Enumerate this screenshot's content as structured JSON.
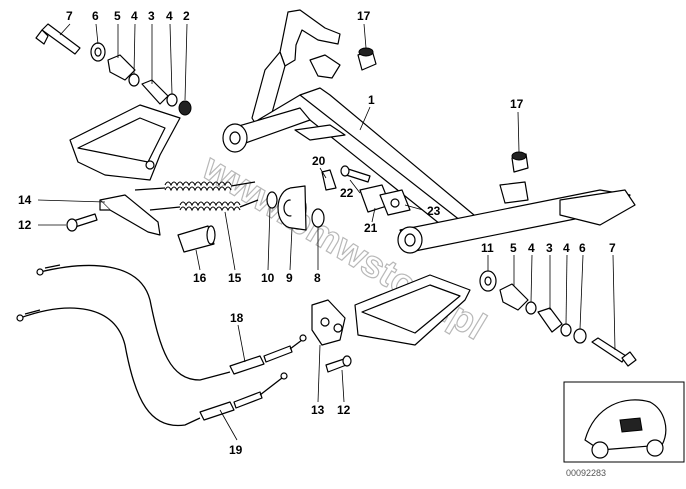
{
  "watermark": "www.bmwstore.pl",
  "diagram_number": "00092283",
  "callouts": [
    {
      "id": "7-top",
      "label": "7"
    },
    {
      "id": "6-top",
      "label": "6"
    },
    {
      "id": "5-top",
      "label": "5"
    },
    {
      "id": "4a-top",
      "label": "4"
    },
    {
      "id": "3-top",
      "label": "3"
    },
    {
      "id": "4b-top",
      "label": "4"
    },
    {
      "id": "2",
      "label": "2"
    },
    {
      "id": "17-top",
      "label": "17"
    },
    {
      "id": "1",
      "label": "1"
    },
    {
      "id": "17-right",
      "label": "17"
    },
    {
      "id": "14",
      "label": "14"
    },
    {
      "id": "12-left",
      "label": "12"
    },
    {
      "id": "20",
      "label": "20"
    },
    {
      "id": "22",
      "label": "22"
    },
    {
      "id": "21",
      "label": "21"
    },
    {
      "id": "23",
      "label": "23"
    },
    {
      "id": "16",
      "label": "16"
    },
    {
      "id": "15",
      "label": "15"
    },
    {
      "id": "10",
      "label": "10"
    },
    {
      "id": "9",
      "label": "9"
    },
    {
      "id": "8",
      "label": "8"
    },
    {
      "id": "11",
      "label": "11"
    },
    {
      "id": "5-right",
      "label": "5"
    },
    {
      "id": "4a-right",
      "label": "4"
    },
    {
      "id": "3-right",
      "label": "3"
    },
    {
      "id": "4b-right",
      "label": "4"
    },
    {
      "id": "6-right",
      "label": "6"
    },
    {
      "id": "7-right",
      "label": "7"
    },
    {
      "id": "18",
      "label": "18"
    },
    {
      "id": "13",
      "label": "13"
    },
    {
      "id": "12-bottom",
      "label": "12"
    },
    {
      "id": "19",
      "label": "19"
    }
  ]
}
